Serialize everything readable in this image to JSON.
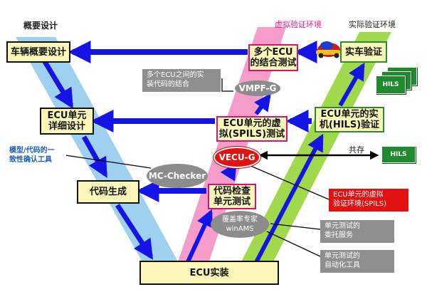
{
  "labels": {
    "outline_design": "概要设计",
    "virtual_env": "虚拟验证环境",
    "real_env": "实际验证环境",
    "coexist": "共存"
  },
  "boxes": {
    "vehicle_outline": "车辆概要设计",
    "ecu_detail": "ECU单元\n详细设计",
    "code_gen": "代码生成",
    "ecu_impl": "ECU实装",
    "multi_ecu": "多个ECU\n的结合测试",
    "spils_test": "ECU单元的虚\n拟(SPILS)测试",
    "code_check": "代码检查\n单元测试",
    "hils_verify": "ECU单元的实\n机(HILS)验证",
    "vehicle_verify": "实车验证"
  },
  "tools": {
    "vmpf": "VMPF-G",
    "vecu": "VECU-G",
    "mc_checker": "MC-Checker",
    "winams": "覆盖率专家\nwinAMS"
  },
  "notes": {
    "multi_ecu_note": "多个ECU之间的实\n装代码的结合",
    "model_code_note": "模型/代码的一\n致性确认工具",
    "vecu_note": "ECU单元的虚拟\n验证环境(SPILS)",
    "unit_test_service": "单元测试的\n委托服务",
    "unit_test_tool": "单元测试的\n自动化工具"
  },
  "hils": {
    "stack_label": "HILS",
    "single_label": "HILS"
  },
  "colors": {
    "left_band": "#9fd0f0",
    "pink_band": "#f59cc9",
    "green_band": "#a2d84c",
    "arrow": "#1414e6",
    "box_fill": "#fbf7b8",
    "virtual_env_text": "#e8198b",
    "vecu_red": "#e31212",
    "hils_green": "#1f8a2e",
    "note_grey": "#8f8f8f"
  },
  "icons": {
    "car": "car-icon"
  }
}
